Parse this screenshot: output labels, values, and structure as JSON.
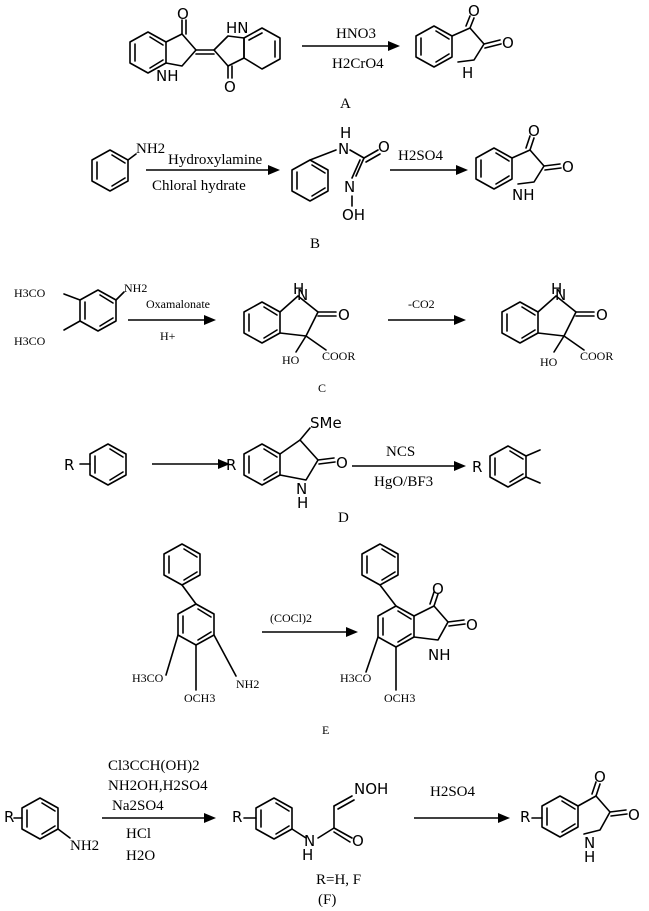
{
  "panels": [
    {
      "id": "A",
      "label": "A",
      "reagents_above": "HNO3",
      "reagents_below": "H2CrO4",
      "atoms": {
        "o": "O",
        "nh": "NH",
        "hn": "HN",
        "h": "H",
        "n": "N"
      }
    },
    {
      "id": "B",
      "label": "B",
      "start_label": "NH2",
      "reagent1_above": "Hydroxylamine",
      "reagent1_below": "Chloral hydrate",
      "intermediate_oh": "OH",
      "reagent2": "H2SO4",
      "atoms": {
        "h": "H",
        "n": "N",
        "o": "O",
        "nh": "NH"
      }
    },
    {
      "id": "C",
      "label": "C",
      "start_labels": [
        "H3CO",
        "H3CO",
        "NH2"
      ],
      "reagent1_above": "Oxamalonate",
      "reagent1_below": "H+",
      "intermediate_ho": "HO",
      "intermediate_coor": "COOR",
      "reagent2": "-CO2",
      "atoms": {
        "h": "H",
        "n": "N",
        "o": "O"
      }
    },
    {
      "id": "D",
      "label": "D",
      "r": "R",
      "sme": "SMe",
      "reagent_above": "NCS",
      "reagent_below": "HgO/BF3",
      "atoms": {
        "n": "N",
        "h": "H",
        "o": "O"
      }
    },
    {
      "id": "E",
      "label": "E",
      "reagent": "(COCl)2",
      "labels": [
        "H3CO",
        "OCH3",
        "NH2",
        "H3CO",
        "OCH3"
      ],
      "atoms": {
        "o": "O",
        "nh": "NH"
      }
    },
    {
      "id": "F",
      "label": "(F)",
      "reagents": [
        "Cl3CCH(OH)2",
        "NH2OH,H2SO4",
        "Na2SO4",
        "HCl",
        "H2O"
      ],
      "r": "R",
      "nh2": "NH2",
      "noh": "NOH",
      "reagent2": "H2SO4",
      "condition": "R=H, F",
      "atoms": {
        "h": "H",
        "n": "N",
        "o": "O"
      }
    }
  ]
}
